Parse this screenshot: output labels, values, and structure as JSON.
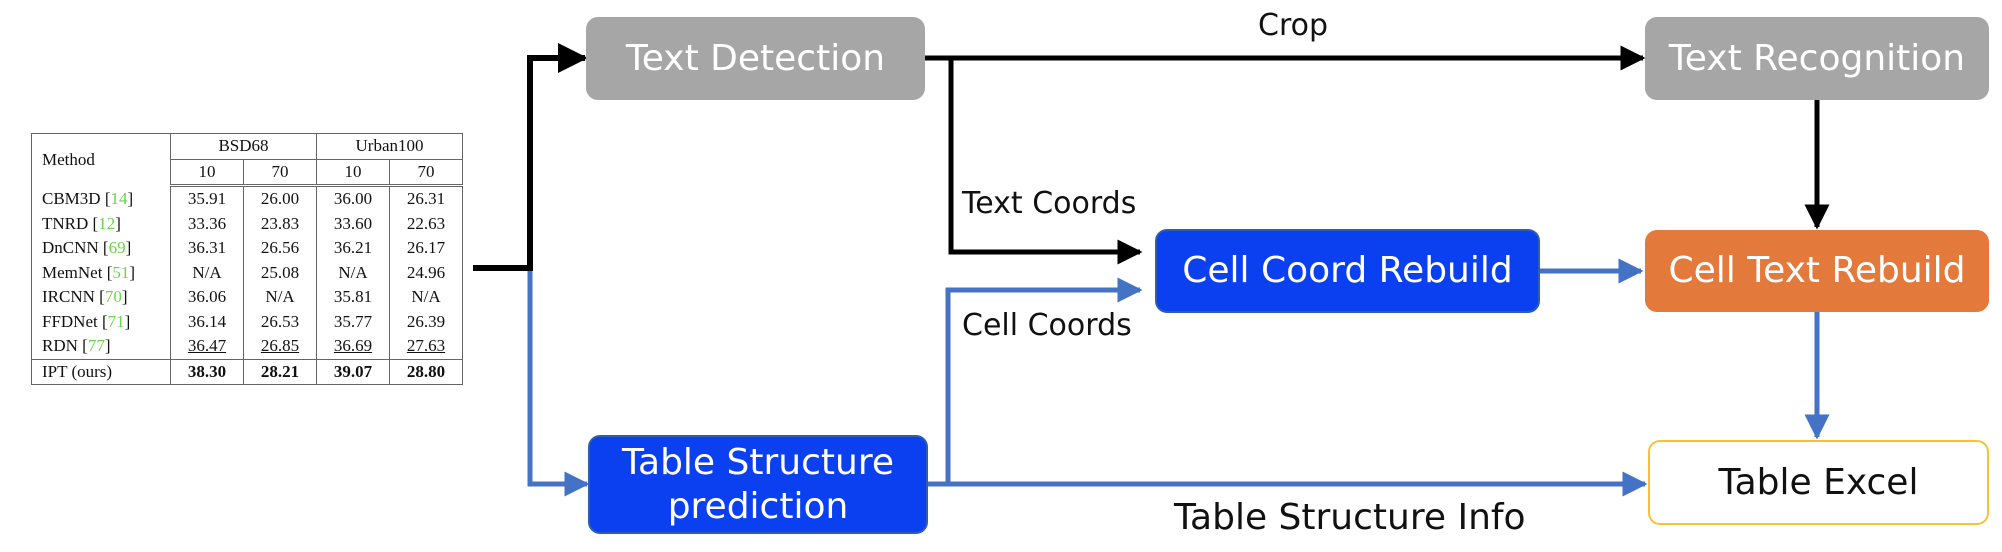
{
  "input_table": {
    "header": {
      "method": "Method",
      "groups": [
        "BSD68",
        "Urban100"
      ],
      "sub": [
        "10",
        "70",
        "10",
        "70"
      ]
    },
    "rows": [
      {
        "name": "CBM3D",
        "ref": "14",
        "vals": [
          "35.91",
          "26.00",
          "36.00",
          "26.31"
        ]
      },
      {
        "name": "TNRD",
        "ref": "12",
        "vals": [
          "33.36",
          "23.83",
          "33.60",
          "22.63"
        ]
      },
      {
        "name": "DnCNN",
        "ref": "69",
        "vals": [
          "36.31",
          "26.56",
          "36.21",
          "26.17"
        ]
      },
      {
        "name": "MemNet",
        "ref": "51",
        "vals": [
          "N/A",
          "25.08",
          "N/A",
          "24.96"
        ]
      },
      {
        "name": "IRCNN",
        "ref": "70",
        "vals": [
          "36.06",
          "N/A",
          "35.81",
          "N/A"
        ]
      },
      {
        "name": "FFDNet",
        "ref": "71",
        "vals": [
          "36.14",
          "26.53",
          "35.77",
          "26.39"
        ]
      },
      {
        "name": "RDN",
        "ref": "77",
        "vals": [
          "36.47",
          "26.85",
          "36.69",
          "27.63"
        ]
      },
      {
        "name": "IPT (ours)",
        "ref": "",
        "vals": [
          "38.30",
          "28.21",
          "39.07",
          "28.80"
        ]
      }
    ]
  },
  "nodes": {
    "text_detection": "Text Detection",
    "text_recognition": "Text Recognition",
    "cell_coord_rebuild": "Cell Coord Rebuild",
    "cell_text_rebuild": "Cell Text Rebuild",
    "table_structure_line1": "Table Structure",
    "table_structure_line2": "prediction",
    "table_excel": "Table Excel"
  },
  "edge_labels": {
    "crop": "Crop",
    "text_coords": "Text Coords",
    "cell_coords": "Cell Coords",
    "table_structure_info": "Table Structure Info"
  },
  "colors": {
    "black_arrow": "#000000",
    "blue_arrow": "#4472c4",
    "gray_box": "#a6a6a6",
    "blue_box": "#0a40f0",
    "orange_box": "#e3793a",
    "excel_border": "#f6c232",
    "ref_green": "#6ad44a"
  }
}
